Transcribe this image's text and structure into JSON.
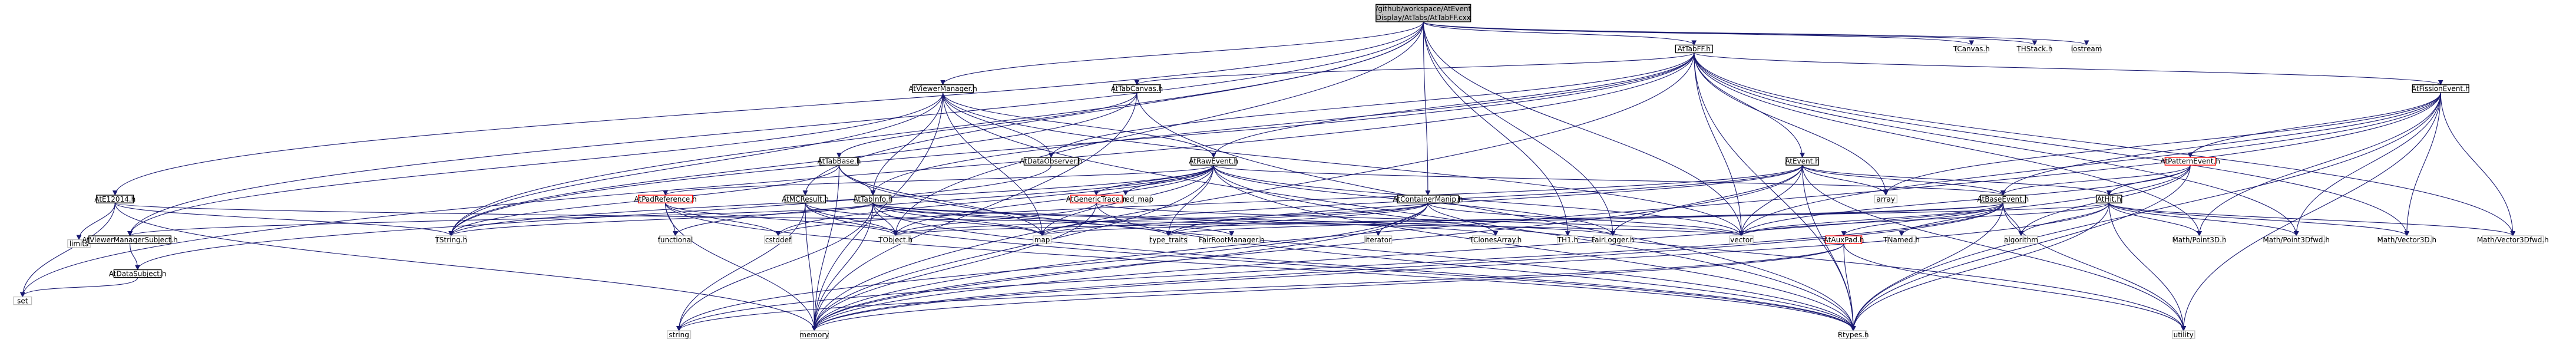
{
  "colors": {
    "node_fill": "#ffffff",
    "node_border": "#000000",
    "root_fill": "#bfbfbf",
    "external_border": "#bfbfbf",
    "incomplete_border": "#ff0000",
    "edge": "#191970"
  },
  "graph": {
    "nodes": [
      {
        "id": "root",
        "lines": [
          "/github/workspace/AtEvent",
          "Display/AtTabs/AtTabFF.cxx"
        ],
        "kind": "root"
      },
      {
        "id": "AtTabFF",
        "lines": [
          "AtTabFF.h"
        ],
        "kind": "doc"
      },
      {
        "id": "AtE12014",
        "lines": [
          "AtE12014.h"
        ],
        "kind": "doc"
      },
      {
        "id": "AtViewerManager",
        "lines": [
          "AtViewerManager.h"
        ],
        "kind": "doc"
      },
      {
        "id": "TCanvas",
        "lines": [
          "TCanvas.h"
        ],
        "kind": "ext"
      },
      {
        "id": "THStack",
        "lines": [
          "THStack.h"
        ],
        "kind": "ext"
      },
      {
        "id": "iostream",
        "lines": [
          "iostream"
        ],
        "kind": "ext"
      },
      {
        "id": "AtFissionEvent",
        "lines": [
          "AtFissionEvent.h"
        ],
        "kind": "doc"
      },
      {
        "id": "AtTabCanvas",
        "lines": [
          "AtTabCanvas.h"
        ],
        "kind": "doc"
      },
      {
        "id": "AtTabBase",
        "lines": [
          "AtTabBase.h"
        ],
        "kind": "doc"
      },
      {
        "id": "AtDataObserver",
        "lines": [
          "AtDataObserver.h"
        ],
        "kind": "doc"
      },
      {
        "id": "AtRawEvent",
        "lines": [
          "AtRawEvent.h"
        ],
        "kind": "doc"
      },
      {
        "id": "AtEvent",
        "lines": [
          "AtEvent.h"
        ],
        "kind": "doc"
      },
      {
        "id": "AtPatternEvent",
        "lines": [
          "AtPatternEvent.h"
        ],
        "kind": "inc"
      },
      {
        "id": "limits",
        "lines": [
          "limits"
        ],
        "kind": "ext"
      },
      {
        "id": "AtPadReference",
        "lines": [
          "AtPadReference.h"
        ],
        "kind": "inc"
      },
      {
        "id": "AtMCResult",
        "lines": [
          "AtMCResult.h"
        ],
        "kind": "doc"
      },
      {
        "id": "AtTabInfo",
        "lines": [
          "AtTabInfo.h"
        ],
        "kind": "doc"
      },
      {
        "id": "unordered_map",
        "lines": [
          "unordered_map"
        ],
        "kind": "ext"
      },
      {
        "id": "AtGenericTrace",
        "lines": [
          "AtGenericTrace.h"
        ],
        "kind": "inc"
      },
      {
        "id": "AtContainerManip",
        "lines": [
          "AtContainerManip.h"
        ],
        "kind": "doc"
      },
      {
        "id": "array",
        "lines": [
          "array"
        ],
        "kind": "ext"
      },
      {
        "id": "AtBaseEvent",
        "lines": [
          "AtBaseEvent.h"
        ],
        "kind": "doc"
      },
      {
        "id": "AtHit",
        "lines": [
          "AtHit.h"
        ],
        "kind": "doc"
      },
      {
        "id": "AtViewerManagerSubject",
        "lines": [
          "AtViewerManagerSubject.h"
        ],
        "kind": "doc"
      },
      {
        "id": "functional",
        "lines": [
          "functional"
        ],
        "kind": "ext"
      },
      {
        "id": "cstddef",
        "lines": [
          "cstddef"
        ],
        "kind": "ext"
      },
      {
        "id": "TString",
        "lines": [
          "TString.h"
        ],
        "kind": "ext"
      },
      {
        "id": "TObject",
        "lines": [
          "TObject.h"
        ],
        "kind": "ext"
      },
      {
        "id": "map",
        "lines": [
          "map"
        ],
        "kind": "ext"
      },
      {
        "id": "type_traits",
        "lines": [
          "type_traits"
        ],
        "kind": "ext"
      },
      {
        "id": "FairRootManager",
        "lines": [
          "FairRootManager.h"
        ],
        "kind": "ext"
      },
      {
        "id": "iterator",
        "lines": [
          "iterator"
        ],
        "kind": "ext"
      },
      {
        "id": "TClonesArray",
        "lines": [
          "TClonesArray.h"
        ],
        "kind": "ext"
      },
      {
        "id": "TH1",
        "lines": [
          "TH1.h"
        ],
        "kind": "ext"
      },
      {
        "id": "FairLogger",
        "lines": [
          "FairLogger.h"
        ],
        "kind": "ext"
      },
      {
        "id": "vector",
        "lines": [
          "vector"
        ],
        "kind": "ext"
      },
      {
        "id": "TNamed",
        "lines": [
          "TNamed.h"
        ],
        "kind": "ext"
      },
      {
        "id": "algorithm",
        "lines": [
          "algorithm"
        ],
        "kind": "ext"
      },
      {
        "id": "MathPoint3D",
        "lines": [
          "Math/Point3D.h"
        ],
        "kind": "ext"
      },
      {
        "id": "MathPoint3Dfwd",
        "lines": [
          "Math/Point3Dfwd.h"
        ],
        "kind": "ext"
      },
      {
        "id": "MathVector3D",
        "lines": [
          "Math/Vector3D.h"
        ],
        "kind": "ext"
      },
      {
        "id": "MathVector3Dfwd",
        "lines": [
          "Math/Vector3Dfwd.h"
        ],
        "kind": "ext"
      },
      {
        "id": "AtAuxPad",
        "lines": [
          "AtAuxPad.h"
        ],
        "kind": "inc"
      },
      {
        "id": "AtDataSubject",
        "lines": [
          "AtDataSubject.h"
        ],
        "kind": "doc"
      },
      {
        "id": "set",
        "lines": [
          "set"
        ],
        "kind": "ext"
      },
      {
        "id": "string",
        "lines": [
          "string"
        ],
        "kind": "ext"
      },
      {
        "id": "memory",
        "lines": [
          "memory"
        ],
        "kind": "ext"
      },
      {
        "id": "Rtypes",
        "lines": [
          "Rtypes.h"
        ],
        "kind": "ext"
      },
      {
        "id": "utility",
        "lines": [
          "utility"
        ],
        "kind": "ext"
      }
    ],
    "edges": [
      [
        "root",
        "AtTabFF"
      ],
      [
        "root",
        "AtE12014"
      ],
      [
        "root",
        "AtViewerManager"
      ],
      [
        "root",
        "TCanvas"
      ],
      [
        "root",
        "THStack"
      ],
      [
        "root",
        "iostream"
      ],
      [
        "root",
        "AtMCResult"
      ],
      [
        "root",
        "AtContainerManip"
      ],
      [
        "root",
        "TString"
      ],
      [
        "root",
        "TObject"
      ],
      [
        "root",
        "TH1"
      ],
      [
        "root",
        "FairLogger"
      ],
      [
        "root",
        "vector"
      ],
      [
        "root",
        "AtViewerManagerSubject"
      ],
      [
        "AtTabFF",
        "AtFissionEvent"
      ],
      [
        "AtTabFF",
        "AtTabCanvas"
      ],
      [
        "AtTabFF",
        "AtDataObserver"
      ],
      [
        "AtTabFF",
        "AtRawEvent"
      ],
      [
        "AtTabFF",
        "AtEvent"
      ],
      [
        "AtTabFF",
        "AtTabInfo"
      ],
      [
        "AtTabFF",
        "array"
      ],
      [
        "AtTabFF",
        "vector"
      ],
      [
        "AtTabFF",
        "MathPoint3D"
      ],
      [
        "AtTabFF",
        "MathPoint3Dfwd"
      ],
      [
        "AtTabFF",
        "MathVector3D"
      ],
      [
        "AtTabFF",
        "MathVector3Dfwd"
      ],
      [
        "AtTabFF",
        "set"
      ],
      [
        "AtTabFF",
        "Rtypes"
      ],
      [
        "AtTabFF",
        "memory"
      ],
      [
        "AtTabFF",
        "TString"
      ],
      [
        "AtViewerManager",
        "AtDataObserver"
      ],
      [
        "AtViewerManager",
        "AtRawEvent"
      ],
      [
        "AtViewerManager",
        "AtTabInfo"
      ],
      [
        "AtViewerManager",
        "AtViewerManagerSubject"
      ],
      [
        "AtViewerManager",
        "TString"
      ],
      [
        "AtViewerManager",
        "map"
      ],
      [
        "AtViewerManager",
        "memory"
      ],
      [
        "AtViewerManager",
        "vector"
      ],
      [
        "AtViewerManager",
        "Rtypes"
      ],
      [
        "AtE12014",
        "TString"
      ],
      [
        "AtE12014",
        "limits"
      ],
      [
        "AtE12014",
        "set"
      ],
      [
        "AtE12014",
        "memory"
      ],
      [
        "AtE12014",
        "vector"
      ],
      [
        "AtTabCanvas",
        "AtTabBase"
      ],
      [
        "AtTabCanvas",
        "TString"
      ],
      [
        "AtTabCanvas",
        "Rtypes"
      ],
      [
        "AtTabCanvas",
        "memory"
      ],
      [
        "AtTabBase",
        "AtTabInfo"
      ],
      [
        "AtTabBase",
        "TString"
      ],
      [
        "AtTabBase",
        "memory"
      ],
      [
        "AtTabBase",
        "Rtypes"
      ],
      [
        "AtTabBase",
        "map"
      ],
      [
        "AtDataObserver",
        "AtDataSubject"
      ],
      [
        "AtRawEvent",
        "AtBaseEvent"
      ],
      [
        "AtRawEvent",
        "AtGenericTrace"
      ],
      [
        "AtRawEvent",
        "AtPadReference"
      ],
      [
        "AtRawEvent",
        "unordered_map"
      ],
      [
        "AtRawEvent",
        "map"
      ],
      [
        "AtRawEvent",
        "memory"
      ],
      [
        "AtRawEvent",
        "type_traits"
      ],
      [
        "AtRawEvent",
        "utility"
      ],
      [
        "AtRawEvent",
        "vector"
      ],
      [
        "AtRawEvent",
        "Rtypes"
      ],
      [
        "AtRawEvent",
        "TObject"
      ],
      [
        "AtRawEvent",
        "functional"
      ],
      [
        "AtRawEvent",
        "cstddef"
      ],
      [
        "AtRawEvent",
        "FairLogger"
      ],
      [
        "AtRawEvent",
        "TString"
      ],
      [
        "AtEvent",
        "AtBaseEvent"
      ],
      [
        "AtEvent",
        "AtHit"
      ],
      [
        "AtEvent",
        "array"
      ],
      [
        "AtEvent",
        "map"
      ],
      [
        "AtEvent",
        "memory"
      ],
      [
        "AtEvent",
        "vector"
      ],
      [
        "AtEvent",
        "Rtypes"
      ],
      [
        "AtEvent",
        "utility"
      ],
      [
        "AtEvent",
        "type_traits"
      ],
      [
        "AtEvent",
        "FairLogger"
      ],
      [
        "AtEvent",
        "cstddef"
      ],
      [
        "AtFissionEvent",
        "AtPatternEvent"
      ],
      [
        "AtFissionEvent",
        "AtBaseEvent"
      ],
      [
        "AtFissionEvent",
        "MathPoint3D"
      ],
      [
        "AtFissionEvent",
        "MathPoint3Dfwd"
      ],
      [
        "AtFissionEvent",
        "MathVector3D"
      ],
      [
        "AtFissionEvent",
        "MathVector3Dfwd"
      ],
      [
        "AtFissionEvent",
        "vector"
      ],
      [
        "AtFissionEvent",
        "array"
      ],
      [
        "AtFissionEvent",
        "Rtypes"
      ],
      [
        "AtFissionEvent",
        "memory"
      ],
      [
        "AtFissionEvent",
        "utility"
      ],
      [
        "AtPatternEvent",
        "AtBaseEvent"
      ],
      [
        "AtPatternEvent",
        "AtHit"
      ],
      [
        "AtPatternEvent",
        "vector"
      ],
      [
        "AtPatternEvent",
        "Rtypes"
      ],
      [
        "AtPatternEvent",
        "algorithm"
      ],
      [
        "AtPatternEvent",
        "memory"
      ],
      [
        "AtPadReference",
        "functional"
      ],
      [
        "AtPadReference",
        "cstddef"
      ],
      [
        "AtPadReference",
        "TObject"
      ],
      [
        "AtPadReference",
        "Rtypes"
      ],
      [
        "AtPadReference",
        "memory"
      ],
      [
        "AtMCResult",
        "TObject"
      ],
      [
        "AtMCResult",
        "map"
      ],
      [
        "AtMCResult",
        "Rtypes"
      ],
      [
        "AtMCResult",
        "memory"
      ],
      [
        "AtMCResult",
        "string"
      ],
      [
        "AtTabInfo",
        "TObject"
      ],
      [
        "AtTabInfo",
        "map"
      ],
      [
        "AtTabInfo",
        "TString"
      ],
      [
        "AtTabInfo",
        "string"
      ],
      [
        "AtTabInfo",
        "memory"
      ],
      [
        "AtTabInfo",
        "Rtypes"
      ],
      [
        "AtTabInfo",
        "AtViewerManagerSubject"
      ],
      [
        "AtTabInfo",
        "type_traits"
      ],
      [
        "AtTabInfo",
        "FairRootManager"
      ],
      [
        "AtTabInfo",
        "TClonesArray"
      ],
      [
        "AtTabInfo",
        "FairLogger"
      ],
      [
        "AtGenericTrace",
        "TObject"
      ],
      [
        "AtGenericTrace",
        "vector"
      ],
      [
        "AtGenericTrace",
        "Rtypes"
      ],
      [
        "AtGenericTrace",
        "memory"
      ],
      [
        "AtContainerManip",
        "TObject"
      ],
      [
        "AtContainerManip",
        "TClonesArray"
      ],
      [
        "AtContainerManip",
        "iterator"
      ],
      [
        "AtContainerManip",
        "map"
      ],
      [
        "AtContainerManip",
        "vector"
      ],
      [
        "AtContainerManip",
        "memory"
      ],
      [
        "AtContainerManip",
        "type_traits"
      ],
      [
        "AtContainerManip",
        "string"
      ],
      [
        "AtBaseEvent",
        "AtAuxPad"
      ],
      [
        "AtBaseEvent",
        "TNamed"
      ],
      [
        "AtBaseEvent",
        "algorithm"
      ],
      [
        "AtBaseEvent",
        "Rtypes"
      ],
      [
        "AtBaseEvent",
        "map"
      ],
      [
        "AtBaseEvent",
        "memory"
      ],
      [
        "AtBaseEvent",
        "string"
      ],
      [
        "AtBaseEvent",
        "utility"
      ],
      [
        "AtBaseEvent",
        "vector"
      ],
      [
        "AtBaseEvent",
        "type_traits"
      ],
      [
        "AtHit",
        "MathPoint3D"
      ],
      [
        "AtHit",
        "MathPoint3Dfwd"
      ],
      [
        "AtHit",
        "MathVector3D"
      ],
      [
        "AtHit",
        "MathVector3Dfwd"
      ],
      [
        "AtHit",
        "Rtypes"
      ],
      [
        "AtHit",
        "TObject"
      ],
      [
        "AtHit",
        "memory"
      ],
      [
        "AtHit",
        "utility"
      ],
      [
        "AtHit",
        "vector"
      ],
      [
        "AtHit",
        "algorithm"
      ],
      [
        "AtAuxPad",
        "Rtypes"
      ],
      [
        "AtAuxPad",
        "string"
      ],
      [
        "AtAuxPad",
        "utility"
      ],
      [
        "AtAuxPad",
        "memory"
      ],
      [
        "AtViewerManagerSubject",
        "AtDataSubject"
      ],
      [
        "AtDataSubject",
        "set"
      ]
    ]
  }
}
